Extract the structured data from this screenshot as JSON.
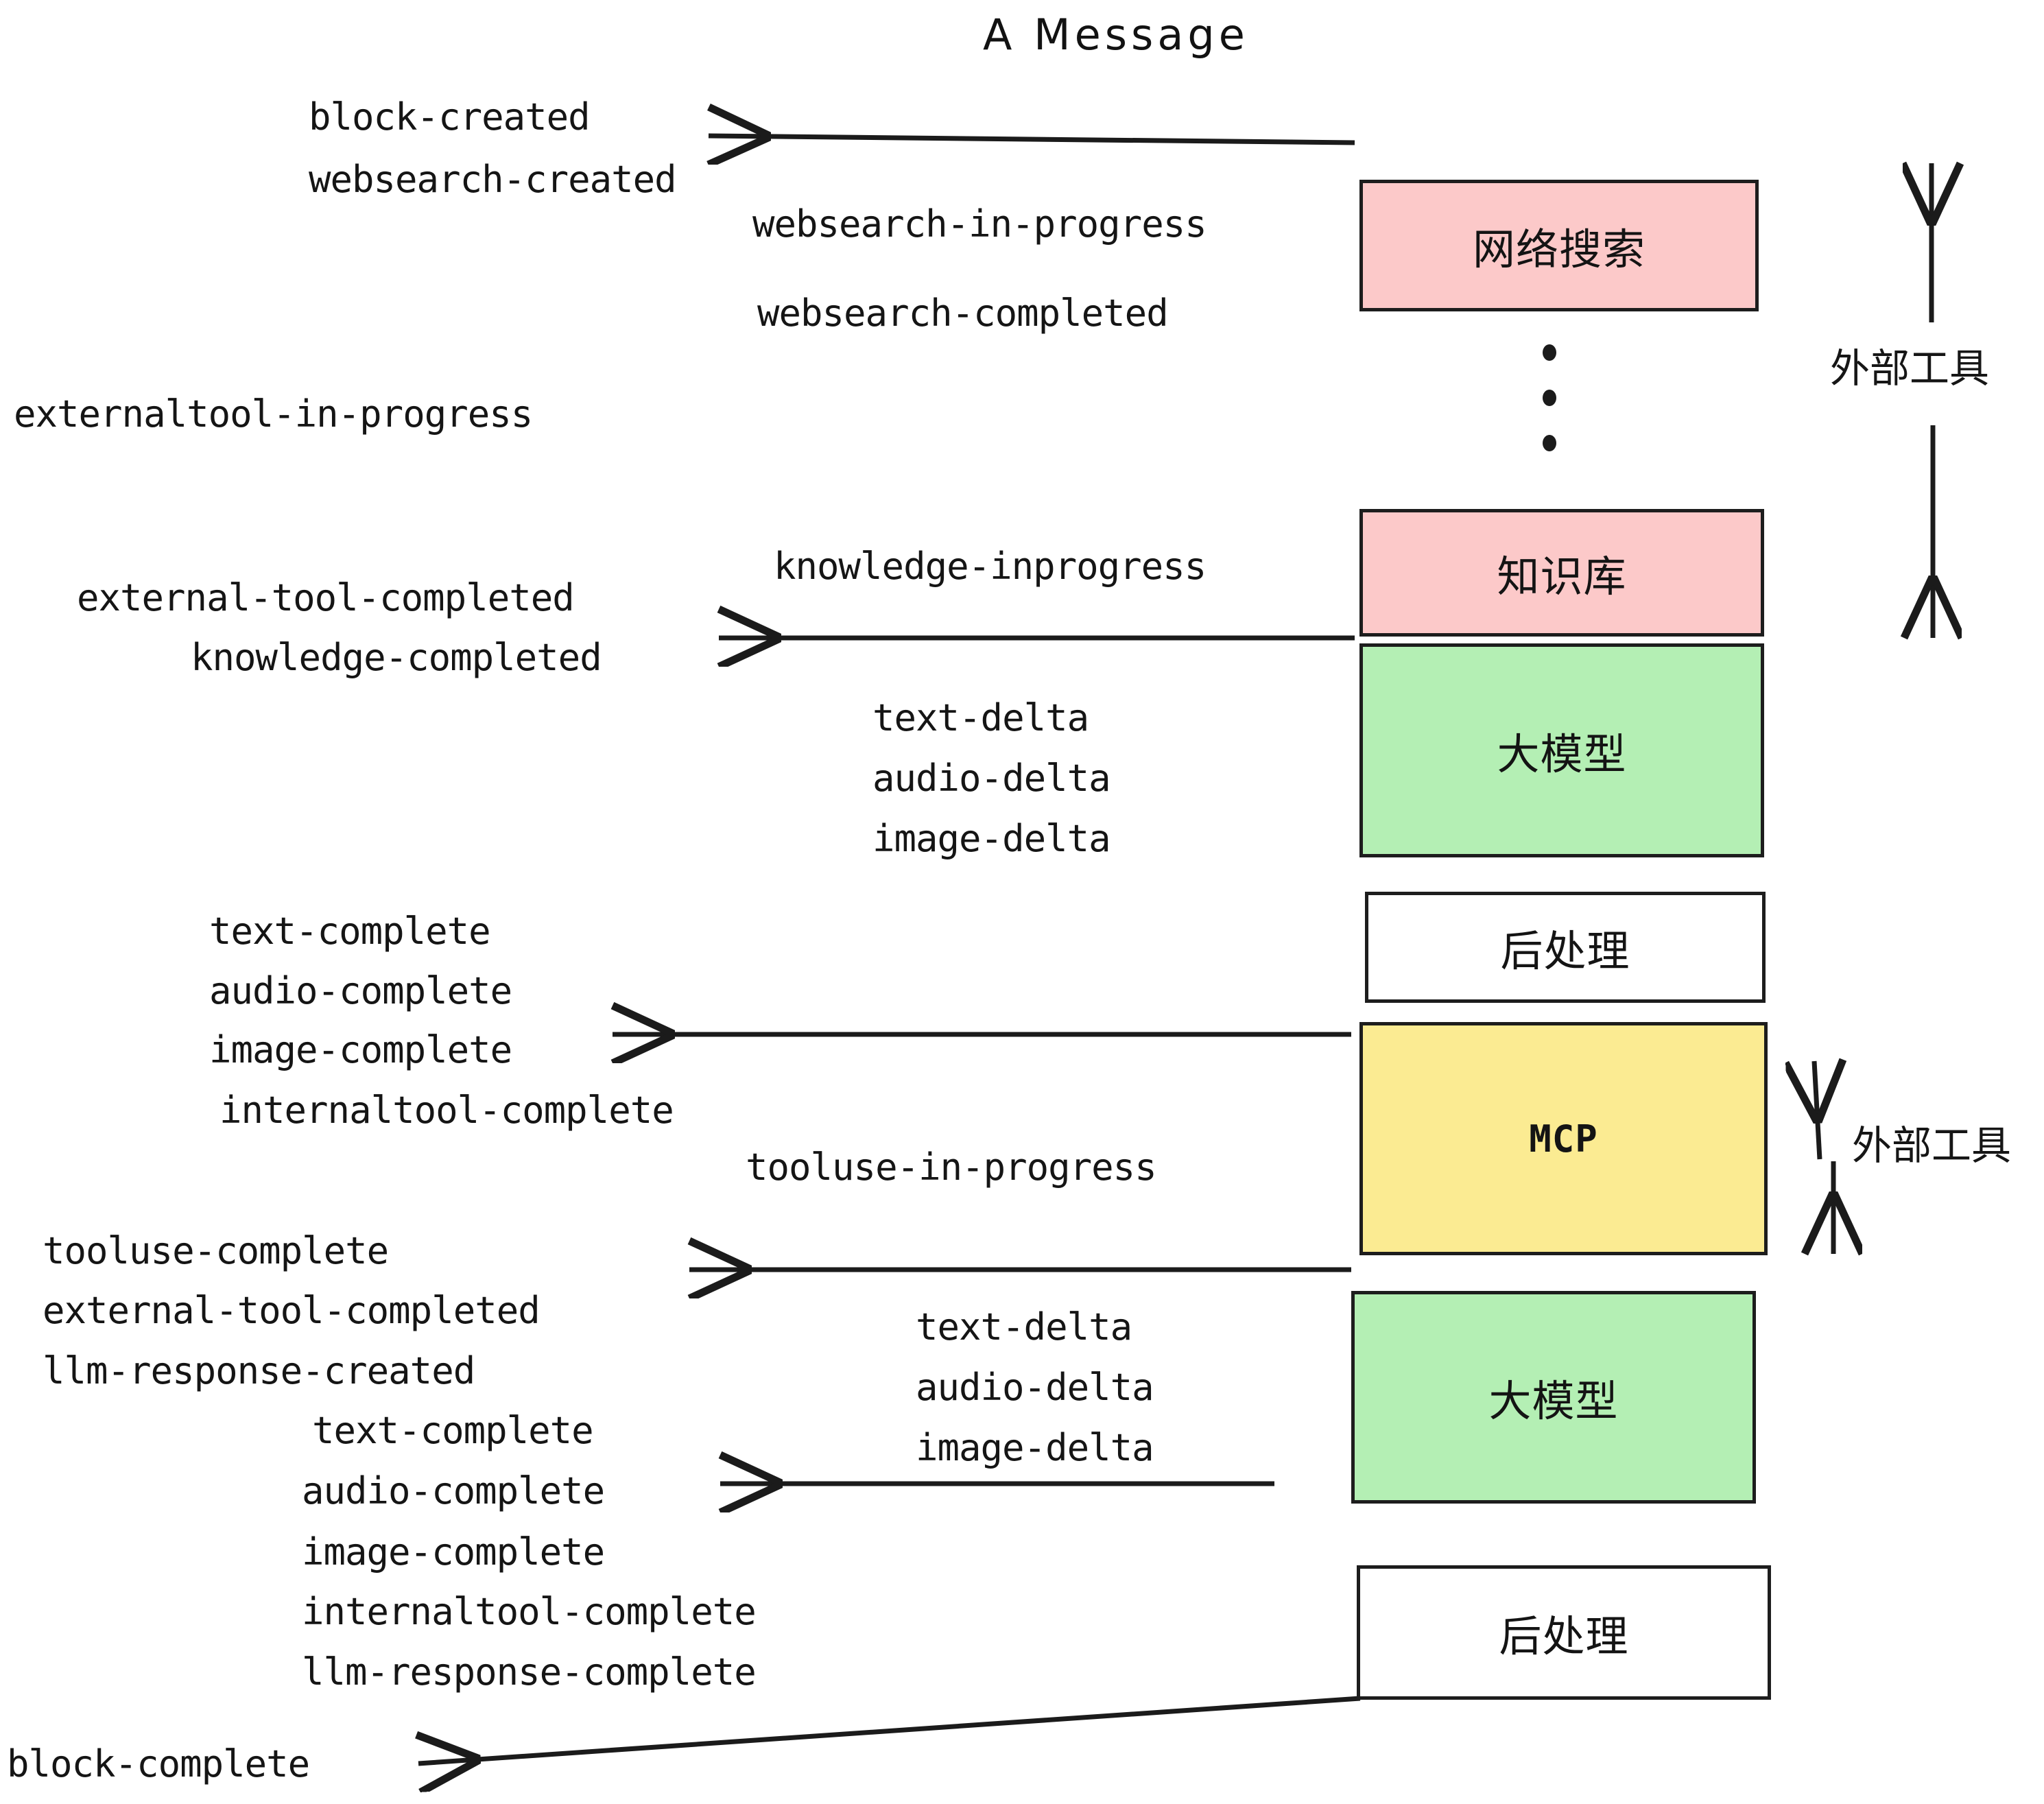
{
  "title": "A Message",
  "colors": {
    "pink": "#fcc9c9",
    "green": "#b4efb4",
    "yellow": "#fbeb92",
    "white": "#ffffff",
    "stroke": "#1d1d1d",
    "text": "#141414"
  },
  "nodes": [
    {
      "id": "websearch",
      "label": "网络搜索",
      "fill": "#fcc9c9",
      "script": "cjk"
    },
    {
      "id": "knowledge",
      "label": "知识库",
      "fill": "#fcc9c9",
      "script": "cjk"
    },
    {
      "id": "llm-1",
      "label": "大模型",
      "fill": "#b4efb4",
      "script": "cjk"
    },
    {
      "id": "postprocess-1",
      "label": "后处理",
      "fill": "#ffffff",
      "script": "cjk"
    },
    {
      "id": "mcp",
      "label": "MCP",
      "fill": "#fbeb92",
      "script": "latin"
    },
    {
      "id": "llm-2",
      "label": "大模型",
      "fill": "#b4efb4",
      "script": "cjk"
    },
    {
      "id": "postprocess-2",
      "label": "后处理",
      "fill": "#ffffff",
      "script": "cjk"
    }
  ],
  "side_annotations": [
    {
      "id": "external-tools-top",
      "label": "外部工具"
    },
    {
      "id": "external-tools-bottom",
      "label": "外部工具"
    }
  ],
  "events": [
    {
      "id": "block-created",
      "label": "block-created"
    },
    {
      "id": "websearch-created",
      "label": "websearch-created"
    },
    {
      "id": "websearch-in-progress",
      "label": "websearch-in-progress"
    },
    {
      "id": "websearch-completed",
      "label": "websearch-completed"
    },
    {
      "id": "externaltool-in-progress",
      "label": "externaltool-in-progress"
    },
    {
      "id": "knowledge-inprogress",
      "label": "knowledge-inprogress"
    },
    {
      "id": "external-tool-completed-1",
      "label": "external-tool-completed"
    },
    {
      "id": "knowledge-completed",
      "label": "knowledge-completed"
    },
    {
      "id": "text-delta-1",
      "label": "text-delta"
    },
    {
      "id": "audio-delta-1",
      "label": "audio-delta"
    },
    {
      "id": "image-delta-1",
      "label": "image-delta"
    },
    {
      "id": "text-complete-1",
      "label": "text-complete"
    },
    {
      "id": "audio-complete-1",
      "label": "audio-complete"
    },
    {
      "id": "image-complete-1",
      "label": "image-complete"
    },
    {
      "id": "internaltool-complete-1",
      "label": "internaltool-complete"
    },
    {
      "id": "tooluse-in-progress",
      "label": "tooluse-in-progress"
    },
    {
      "id": "tooluse-complete",
      "label": "tooluse-complete"
    },
    {
      "id": "external-tool-completed-2",
      "label": "external-tool-completed"
    },
    {
      "id": "llm-response-created",
      "label": "llm-response-created"
    },
    {
      "id": "text-delta-2",
      "label": "text-delta"
    },
    {
      "id": "audio-delta-2",
      "label": "audio-delta"
    },
    {
      "id": "image-delta-2",
      "label": "image-delta"
    },
    {
      "id": "text-complete-2",
      "label": "text-complete"
    },
    {
      "id": "audio-complete-2",
      "label": "audio-complete"
    },
    {
      "id": "image-complete-2",
      "label": "image-complete"
    },
    {
      "id": "internaltool-complete-2",
      "label": "internaltool-complete"
    },
    {
      "id": "llm-response-complete",
      "label": "llm-response-complete"
    },
    {
      "id": "block-complete",
      "label": "block-complete"
    }
  ],
  "ellipsis": {
    "id": "vertical-ellipsis",
    "dots": 3
  }
}
